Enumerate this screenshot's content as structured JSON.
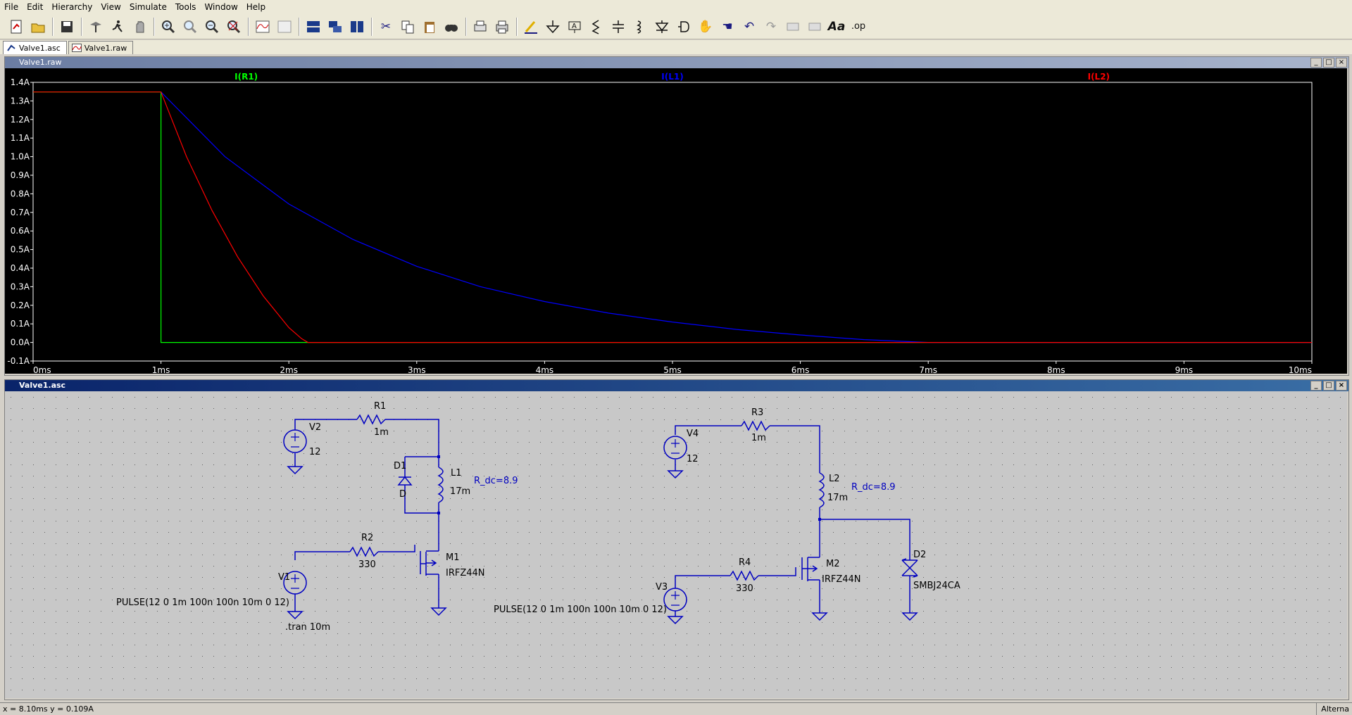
{
  "menu": [
    "File",
    "Edit",
    "Hierarchy",
    "View",
    "Simulate",
    "Tools",
    "Window",
    "Help"
  ],
  "tabs": [
    {
      "label": "Valve1.asc",
      "active": true
    },
    {
      "label": "Valve1.raw",
      "active": false
    }
  ],
  "plot_window": {
    "title": "Valve1.raw"
  },
  "schematic_window": {
    "title": "Valve1.asc"
  },
  "window_controls": {
    "minimize": "_",
    "restore": "□",
    "close": "×"
  },
  "chart_data": {
    "type": "line",
    "x_unit": "ms",
    "xlim": [
      0,
      10
    ],
    "ylim": [
      -0.1,
      1.4
    ],
    "x_ticks": [
      "0ms",
      "1ms",
      "2ms",
      "3ms",
      "4ms",
      "5ms",
      "6ms",
      "7ms",
      "8ms",
      "9ms",
      "10ms"
    ],
    "y_ticks": [
      "-0.1A",
      "0.0A",
      "0.1A",
      "0.2A",
      "0.3A",
      "0.4A",
      "0.5A",
      "0.6A",
      "0.7A",
      "0.8A",
      "0.9A",
      "1.0A",
      "1.1A",
      "1.2A",
      "1.3A",
      "1.4A"
    ],
    "background": "#000000",
    "series": [
      {
        "name": "I(R1)",
        "color": "#00ff00",
        "x": [
          0,
          1,
          1,
          10
        ],
        "y": [
          1.348,
          1.348,
          0,
          0
        ]
      },
      {
        "name": "I(L1)",
        "color": "#0000ff",
        "x": [
          1,
          1.5,
          2,
          2.5,
          3,
          3.5,
          4,
          4.5,
          5,
          5.5,
          6,
          6.5,
          7,
          8,
          9,
          10
        ],
        "y": [
          1.348,
          1.0,
          0.745,
          0.555,
          0.41,
          0.3,
          0.22,
          0.158,
          0.11,
          0.07,
          0.04,
          0.015,
          0,
          0,
          0,
          0
        ]
      },
      {
        "name": "I(L2)",
        "color": "#ff0000",
        "x": [
          0,
          1,
          1.2,
          1.4,
          1.6,
          1.8,
          2.0,
          2.1,
          2.15,
          10
        ],
        "y": [
          1.348,
          1.348,
          1.0,
          0.71,
          0.46,
          0.25,
          0.08,
          0.02,
          0,
          0
        ]
      }
    ]
  },
  "schematic": {
    "labels": {
      "V2": "V2",
      "V2_val": "12",
      "R1": "R1",
      "R1_val": "1m",
      "D1": "D1",
      "D1_val": "D",
      "L1": "L1",
      "L1_val": "17m",
      "L1_rdc": "R_dc=8.9",
      "M1": "M1",
      "M1_val": "IRFZ44N",
      "R2": "R2",
      "R2_val": "330",
      "V1": "V1",
      "V1_val": "PULSE(12 0 1m 100n 100n 10m 0 12)",
      "tran": ".tran 10m",
      "V4": "V4",
      "V4_val": "12",
      "R3": "R3",
      "R3_val": "1m",
      "L2": "L2",
      "L2_val": "17m",
      "L2_rdc": "R_dc=8.9",
      "M2": "M2",
      "M2_val": "IRFZ44N",
      "R4": "R4",
      "R4_val": "330",
      "V3": "V3",
      "V3_val": "PULSE(12 0 1m 100n 100n 10m 0 12)",
      "D2": "D2",
      "D2_val": "SMBJ24CA"
    }
  },
  "status": {
    "coords": "x = 8.10ms    y = 0.109A",
    "right": "Alterna"
  }
}
